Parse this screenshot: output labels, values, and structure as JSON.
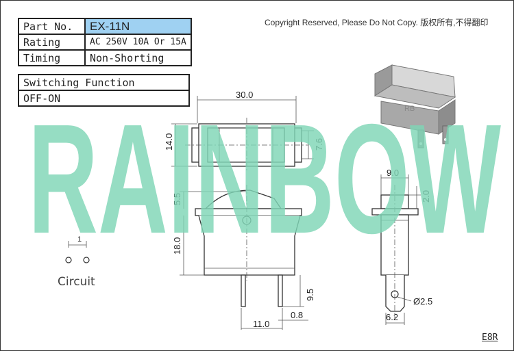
{
  "spec_table": {
    "part_no_label": "Part No.",
    "part_no_value": "EX-11N",
    "rating_label": "Rating",
    "rating_value": "AC 250V 10A Or 15A",
    "timing_label": "Timing",
    "timing_value": "Non-Shorting"
  },
  "switching": {
    "label": "Switching Function",
    "value": "OFF-ON"
  },
  "copyright": "Copyright Reserved, Please Do Not Copy. 版权所有,不得翻印",
  "watermark": "RAINBOW",
  "product_mark": "RB",
  "dimensions": {
    "top_width": "30.0",
    "top_height": "14.0",
    "top_inner": "7.6",
    "rocker_height": "5.5",
    "body_height": "18.0",
    "terminal_length": "9.5",
    "terminal_pitch": "11.0",
    "terminal_thickness": "0.8",
    "side_width": "9.0",
    "side_flange": "2.0",
    "hole_dia": "Ø2.5",
    "terminal_width": "6.2"
  },
  "circuit": {
    "label": "Circuit",
    "number": "1"
  },
  "footer_code": "E8R",
  "colors": {
    "watermark": "#7fd6b6",
    "highlight": "#9fd1f2"
  }
}
